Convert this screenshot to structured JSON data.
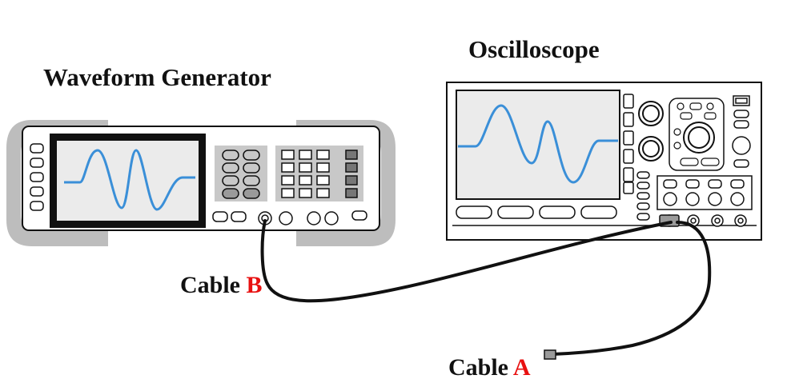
{
  "labels": {
    "waveform_generator": "Waveform Generator",
    "oscilloscope": "Oscilloscope",
    "cable_b_prefix": "Cable ",
    "cable_b_letter": "B",
    "cable_a_prefix": "Cable ",
    "cable_a_letter": "A"
  },
  "colors": {
    "trace": "#3a8fd8",
    "outline": "#111111",
    "accent": "#e81010",
    "bumper": "#bdbdbd",
    "keypad": "#c8c8c8",
    "screen_bg": "#ebebeb"
  }
}
